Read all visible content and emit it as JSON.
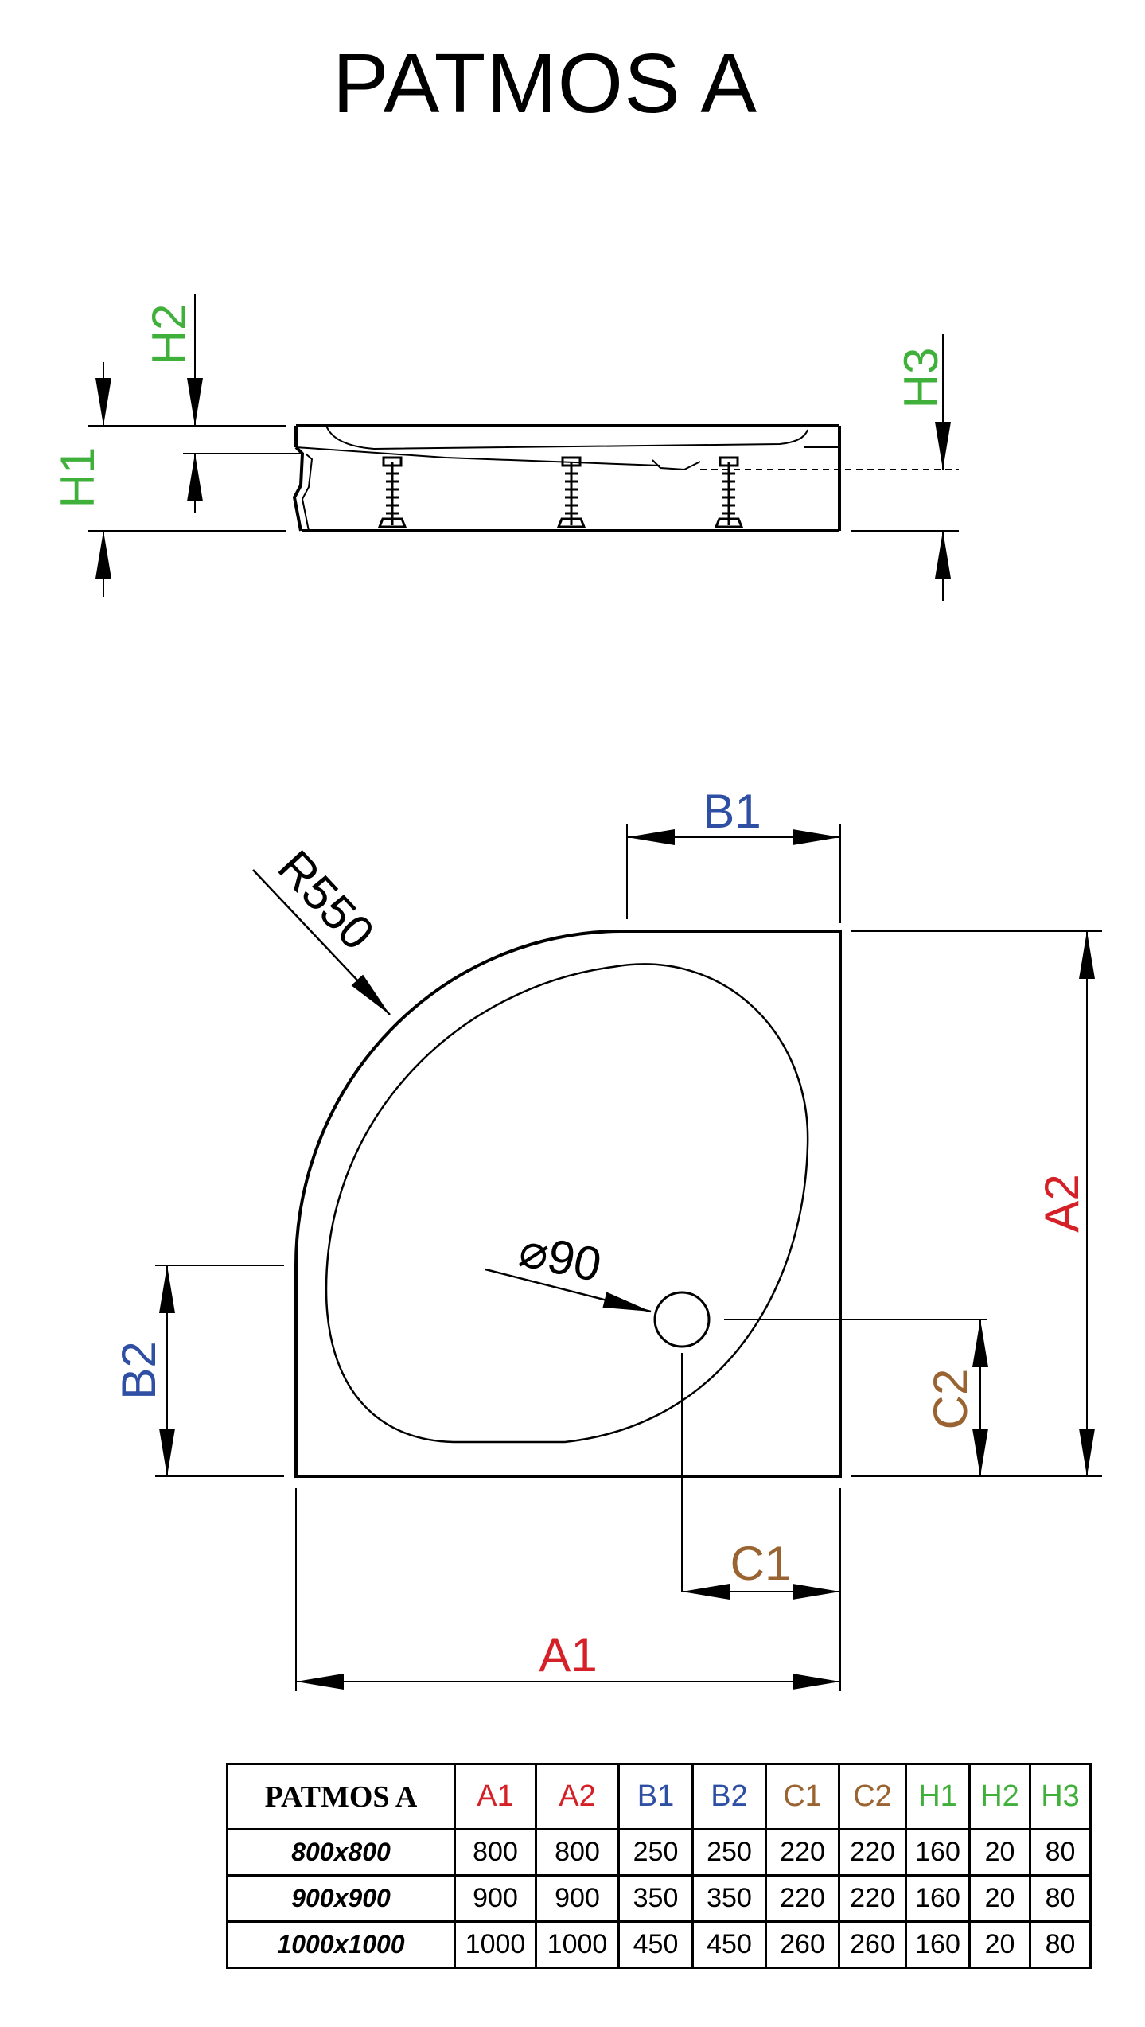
{
  "title": "PATMOS A",
  "colors": {
    "a": "#d62027",
    "b": "#2e4fa3",
    "c": "#9a6432",
    "h": "#3fb039",
    "line": "#000000"
  },
  "labels": {
    "h1": "H1",
    "h2": "H2",
    "h3": "H3",
    "b1": "B1",
    "b2": "B2",
    "a1": "A1",
    "a2": "A2",
    "c1": "C1",
    "c2": "C2",
    "radius": "R550",
    "drain": "⌀90"
  },
  "table": {
    "corner": "PATMOS A",
    "headers": [
      {
        "label": "A1",
        "group": "a"
      },
      {
        "label": "A2",
        "group": "a"
      },
      {
        "label": "B1",
        "group": "b"
      },
      {
        "label": "B2",
        "group": "b"
      },
      {
        "label": "C1",
        "group": "c"
      },
      {
        "label": "C2",
        "group": "c"
      },
      {
        "label": "H1",
        "group": "h"
      },
      {
        "label": "H2",
        "group": "h"
      },
      {
        "label": "H3",
        "group": "h"
      }
    ],
    "rows": [
      {
        "model": "800x800",
        "values": [
          "800",
          "800",
          "250",
          "250",
          "220",
          "220",
          "160",
          "20",
          "80"
        ]
      },
      {
        "model": "900x900",
        "values": [
          "900",
          "900",
          "350",
          "350",
          "220",
          "220",
          "160",
          "20",
          "80"
        ]
      },
      {
        "model": "1000x1000",
        "values": [
          "1000",
          "1000",
          "450",
          "450",
          "260",
          "260",
          "160",
          "20",
          "80"
        ]
      }
    ]
  }
}
